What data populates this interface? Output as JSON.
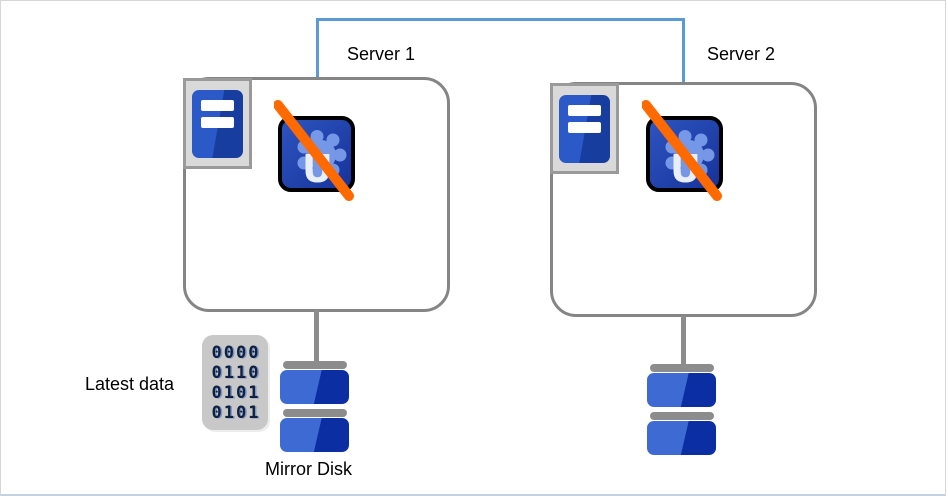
{
  "servers": [
    {
      "label": "Server 1"
    },
    {
      "label": "Server 2"
    }
  ],
  "annotations": {
    "latest_data": "Latest data",
    "mirror_disk": "Mirror Disk"
  },
  "binary_icon": {
    "rows": [
      "0000",
      "0110",
      "0101",
      "0101"
    ]
  },
  "app_icon": {
    "glyph": "U"
  },
  "colors": {
    "interconnect_blue": "#5B9BD5",
    "box_border_gray": "#858585",
    "strike_orange": "#FF6A00",
    "disk_blue_light": "#3E6BD3",
    "disk_blue_dark": "#0B2EA3",
    "pc_tower_blue": "#2B59C8",
    "tray_gray": "#D9D9D9",
    "binary_bg_gray": "#C8C8C8",
    "gear_blue": "#7D9FEC"
  }
}
